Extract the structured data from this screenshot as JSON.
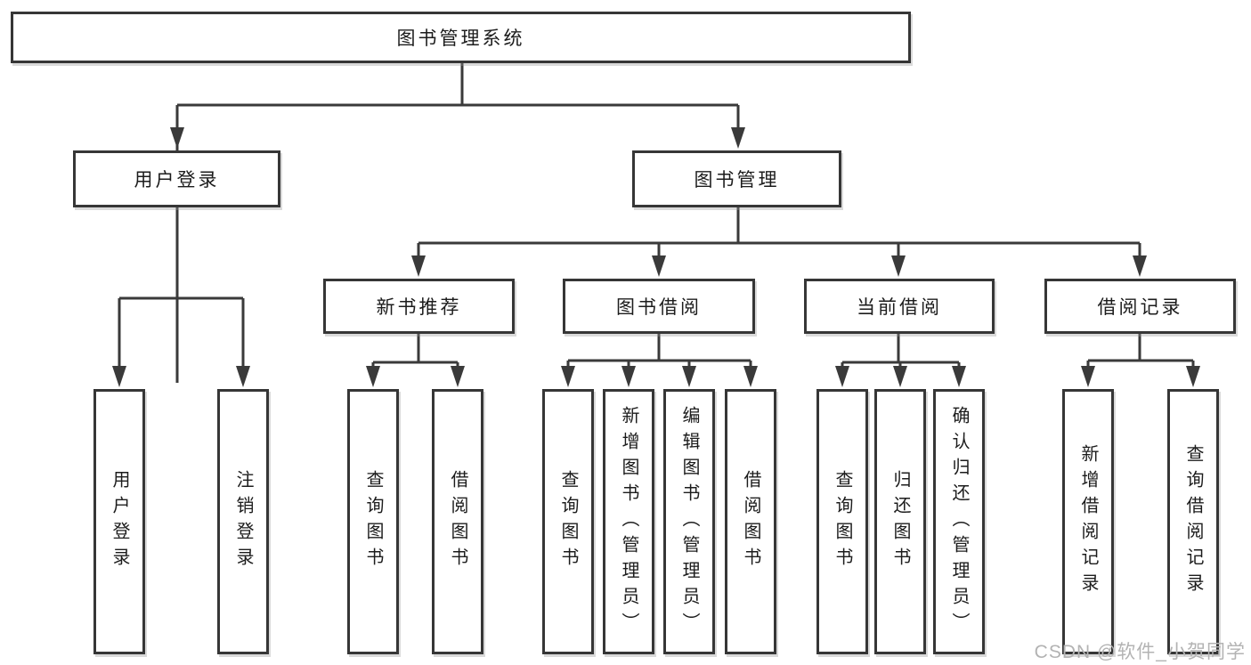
{
  "diagram": {
    "root": {
      "label": "图书管理系统"
    },
    "level2": [
      {
        "label": "用户登录"
      },
      {
        "label": "图书管理"
      }
    ],
    "level3": [
      {
        "label": "新书推荐"
      },
      {
        "label": "图书借阅"
      },
      {
        "label": "当前借阅"
      },
      {
        "label": "借阅记录"
      }
    ],
    "leaves": [
      {
        "label": "用户登录"
      },
      {
        "label": "注销登录"
      },
      {
        "label": "查询图书"
      },
      {
        "label": "借阅图书"
      },
      {
        "label": "查询图书"
      },
      {
        "label": "新增图书（管理员）"
      },
      {
        "label": "编辑图书（管理员）"
      },
      {
        "label": "借阅图书"
      },
      {
        "label": "查询图书"
      },
      {
        "label": "归还图书"
      },
      {
        "label": "确认归还（管理员）"
      },
      {
        "label": "新增借阅记录"
      },
      {
        "label": "查询借阅记录"
      }
    ],
    "watermark": "CSDN @软件_小贺同学",
    "colors": {
      "line": "#3a3a3a",
      "box_border": "#363636",
      "box_fill": "#ffffff",
      "text": "#1c1c1c",
      "watermark": "#b3b3b3"
    }
  }
}
